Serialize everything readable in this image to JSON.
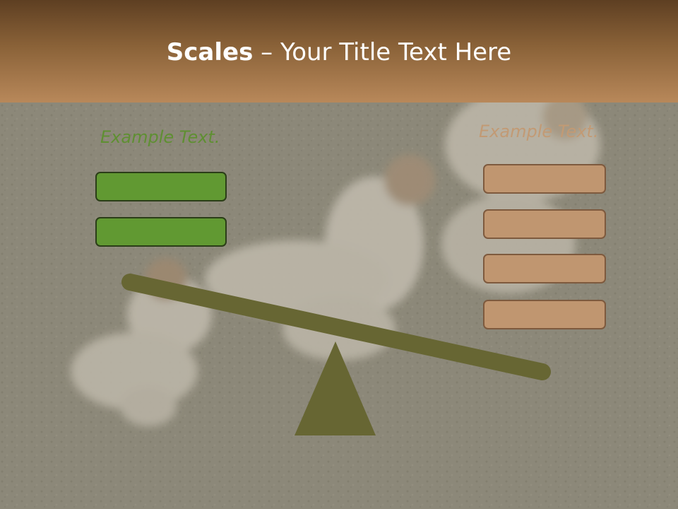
{
  "slide": {
    "title_bold": "Scales",
    "title_rest": " – Your Title Text Here",
    "left_label": "Example Text.",
    "right_label": "Example Text."
  },
  "left_boxes": [
    "",
    ""
  ],
  "right_boxes": [
    "",
    "",
    "",
    ""
  ],
  "colors": {
    "header_dark": "#5e3f22",
    "header_light": "#b8885a",
    "green_box": "#619932",
    "tan_box": "#c09670",
    "beam": "#676633",
    "left_label": "#5f8f32",
    "right_label": "#c29a74"
  },
  "background_image": "people-sitting-in-meditation-on-grass"
}
